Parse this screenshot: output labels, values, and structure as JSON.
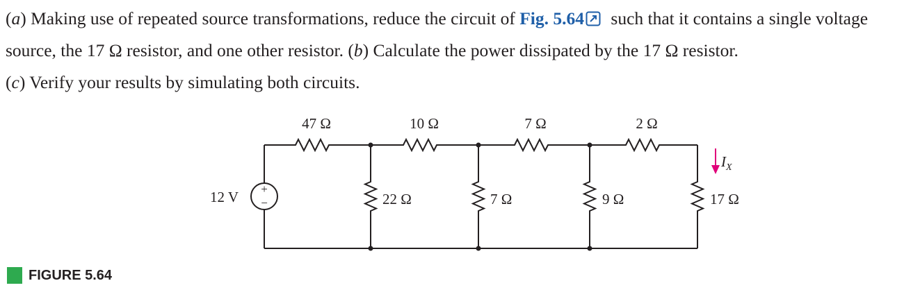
{
  "problem": {
    "part_a_label": "a",
    "part_a_text_1": " Making use of repeated source transformations, reduce the circuit of ",
    "figure_link": "Fig. 5.64",
    "part_a_text_2": " such that it contains a single voltage source, the 17 Ω resistor, and one other resistor. ",
    "part_b_label": "b",
    "part_b_text": " Calculate the power dissipated by the 17 Ω resistor.",
    "part_c_label": "c",
    "part_c_text": " Verify your results by simulating both circuits."
  },
  "circuit": {
    "source": {
      "label": "12 V",
      "plus": "+",
      "minus": "−"
    },
    "series_resistors": [
      "47 Ω",
      "10 Ω",
      "7 Ω",
      "2 Ω"
    ],
    "shunt_resistors": [
      "22 Ω",
      "7 Ω",
      "9 Ω",
      "17 Ω"
    ],
    "current": {
      "symbol": "I",
      "subscript": "X"
    },
    "colors": {
      "wire": "#231f20",
      "current_arrow": "#e0007a"
    }
  },
  "figure": {
    "caption": "FIGURE 5.64",
    "accent_color": "#2eaa4f"
  }
}
